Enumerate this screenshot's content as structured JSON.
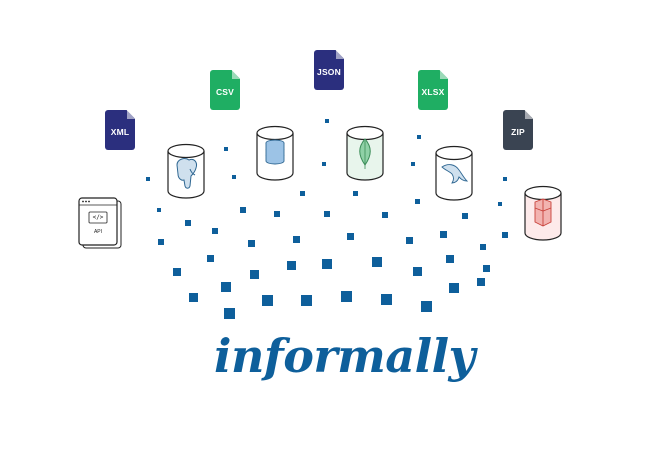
{
  "brand": {
    "name": "informally",
    "color": "#0e5f9b"
  },
  "file_formats": [
    {
      "label": "XML",
      "color": "#2b2f7e"
    },
    {
      "label": "CSV",
      "color": "#1fae63"
    },
    {
      "label": "JSON",
      "color": "#2b2f7e"
    },
    {
      "label": "XLSX",
      "color": "#1fae63"
    },
    {
      "label": "ZIP",
      "color": "#3a4452"
    }
  ],
  "api_card": {
    "label": "API",
    "code_symbol": "</>"
  },
  "databases": [
    {
      "icon": "postgresql-elephant-icon"
    },
    {
      "icon": "stacked-database-icon"
    },
    {
      "icon": "mongodb-leaf-icon"
    },
    {
      "icon": "mysql-dolphin-icon"
    },
    {
      "icon": "amazon-redshift-icon"
    }
  ]
}
